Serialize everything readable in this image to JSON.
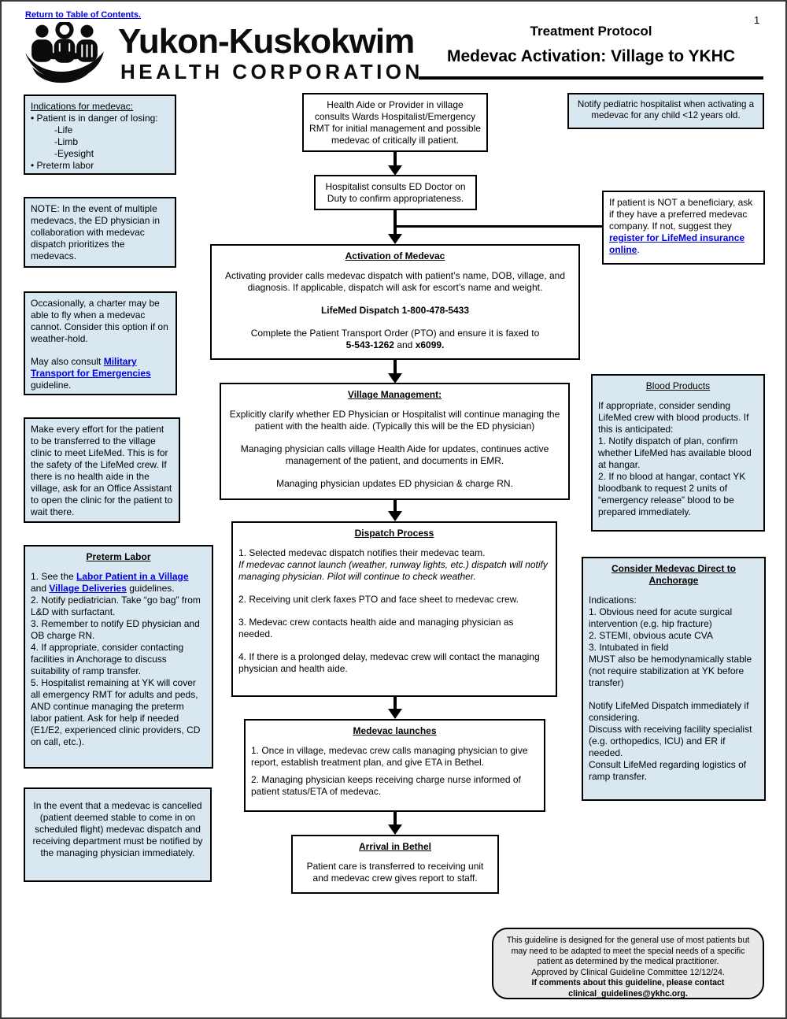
{
  "page": {
    "number": "1",
    "toc_link": "Return to Table of Contents."
  },
  "header": {
    "org_line1": "Yukon-Kuskokwim",
    "org_line2": "HEALTH CORPORATION",
    "protocol_label": "Treatment Protocol",
    "title": "Medevac Activation: Village to YKHC",
    "logo": "three-people-in-boat-icon"
  },
  "colors": {
    "box_blue": "#d9e8f0",
    "link_blue": "#0000e0",
    "footer_gray": "#e9e9e9"
  },
  "left": {
    "indications": {
      "title": "Indications for medevac:",
      "lines": [
        "• Patient is in danger of losing:",
        "-Life",
        "-Limb",
        "-Eyesight",
        "• Preterm labor"
      ]
    },
    "note": {
      "text": "NOTE: In the event of multiple medevacs, the ED physician in collaboration with medevac dispatch prioritizes the medevacs."
    },
    "charter": {
      "p1": "Occasionally, a charter may be able to fly when a medevac cannot. Consider this option if on weather-hold.",
      "p2_pre": "May also consult ",
      "p2_link": "Military Transport for Emergencies",
      "p2_post": " guideline."
    },
    "effort": {
      "text": "Make every effort for the patient to be transferred to the village clinic to meet LifeMed. This is for the safety of the LifeMed crew. If there is no health aide in the village, ask for an Office Assistant to open the clinic for the patient to wait there."
    },
    "preterm": {
      "title": "Preterm Labor",
      "i1_pre": "1. See the ",
      "i1_link1": "Labor Patient in a Village",
      "i1_mid": " and ",
      "i1_link2": "Village Deliveries",
      "i1_post": " guidelines.",
      "i2": "2. Notify pediatrician. Take “go bag” from L&D with surfactant.",
      "i3": "3. Remember to notify ED physician and OB charge RN.",
      "i4": "4. If appropriate, consider contacting facilities in Anchorage to discuss suitability of ramp transfer.",
      "i5": "5. Hospitalist remaining at YK will cover all emergency RMT for adults and peds, AND continue managing the preterm labor patient. Ask for help if needed (E1/E2, experienced clinic providers, CD on call, etc.)."
    },
    "cancelled": {
      "text": "In the event that a medevac is cancelled (patient deemed stable to come in on scheduled flight) medevac dispatch and receiving department must be notified by the managing physician immediately."
    }
  },
  "flow": {
    "health_aide": {
      "text": "Health Aide or Provider in village consults Wards Hospitalist/Emergency RMT for initial management and possible medevac of critically ill patient."
    },
    "hospitalist": {
      "text": "Hospitalist consults ED Doctor on Duty to confirm appropriateness."
    },
    "activation": {
      "title": "Activation of Medevac",
      "p1": "Activating provider calls medevac dispatch with patient’s name, DOB, village, and diagnosis. If applicable, dispatch will ask for escort’s name and weight.",
      "p2": "LifeMed Dispatch 1-800-478-5433",
      "p3_pre": "Complete the Patient Transport Order (PTO) and ensure it is faxed to ",
      "p3_bold1": "5-543-1262",
      "p3_mid": " and ",
      "p3_bold2": "x6099."
    },
    "village_mgmt": {
      "title": "Village Management:",
      "p1": "Explicitly clarify whether ED Physician or Hospitalist will continue managing the patient with the health aide. (Typically this will be the ED physician)",
      "p2": "Managing physician calls village Health Aide for updates, continues active management of the patient, and documents in EMR.",
      "p3": "Managing physician updates ED physician & charge RN."
    },
    "dispatch": {
      "title": "Dispatch Process",
      "i1": "1. Selected medevac dispatch notifies their medevac team.",
      "i1_italic": "If medevac cannot launch (weather, runway lights, etc.) dispatch will notify managing physician. Pilot will continue to check weather.",
      "i2": "2. Receiving unit clerk faxes PTO and face sheet to medevac crew.",
      "i3": "3. Medevac crew contacts health aide and managing physician as needed.",
      "i4": "4. If there is a prolonged delay, medevac crew will contact the managing physician and health aide."
    },
    "launches": {
      "title": "Medevac launches",
      "i1": "1. Once in village, medevac crew calls managing physician to give report, establish treatment plan, and give ETA in Bethel.",
      "i2": "2. Managing physician keeps receiving charge nurse informed of patient status/ETA of medevac."
    },
    "arrival": {
      "title": "Arrival in Bethel",
      "p1": "Patient care is transferred to receiving unit and medevac crew gives report to staff."
    }
  },
  "right": {
    "pediatric": {
      "text": "Notify pediatric hospitalist when activating a medevac for any child <12 years old."
    },
    "beneficiary": {
      "pre": "If patient is NOT a beneficiary, ask if they have a preferred medevac company. If not, suggest they ",
      "link": "register for LifeMed insurance online",
      "post": "."
    },
    "blood": {
      "title": "Blood Products",
      "p1": "If appropriate, consider sending LifeMed crew with blood products.  If this is anticipated:",
      "p2": "1. Notify dispatch of plan, confirm whether LifeMed has available blood at hangar.",
      "p3": "2. If no blood at hangar, contact YK bloodbank to request 2 units of “emergency release” blood to be prepared immediately."
    },
    "anchorage": {
      "title": "Consider Medevac Direct to Anchorage",
      "p1": "Indications:",
      "p2": "1.  Obvious need for acute surgical intervention (e.g. hip fracture)",
      "p3": "2. STEMI, obvious acute CVA",
      "p4": "3. Intubated in field",
      "p5": "MUST also be hemodynamically stable (not require stabilization at YK before transfer)",
      "p6": "Notify LifeMed Dispatch immediately if considering.",
      "p7": "Discuss with receiving facility specialist (e.g. orthopedics, ICU) and ER if needed.",
      "p8": "Consult LifeMed regarding logistics of ramp transfer."
    }
  },
  "footer": {
    "p1": "This guideline is designed for the general use of most patients but may need to be adapted to meet the special needs of a specific patient as determined by the medical practitioner.",
    "p2": "Approved by Clinical Guideline Committee 12/12/24.",
    "p3": "If comments about this guideline, please contact clinical_guidelines@ykhc.org."
  }
}
